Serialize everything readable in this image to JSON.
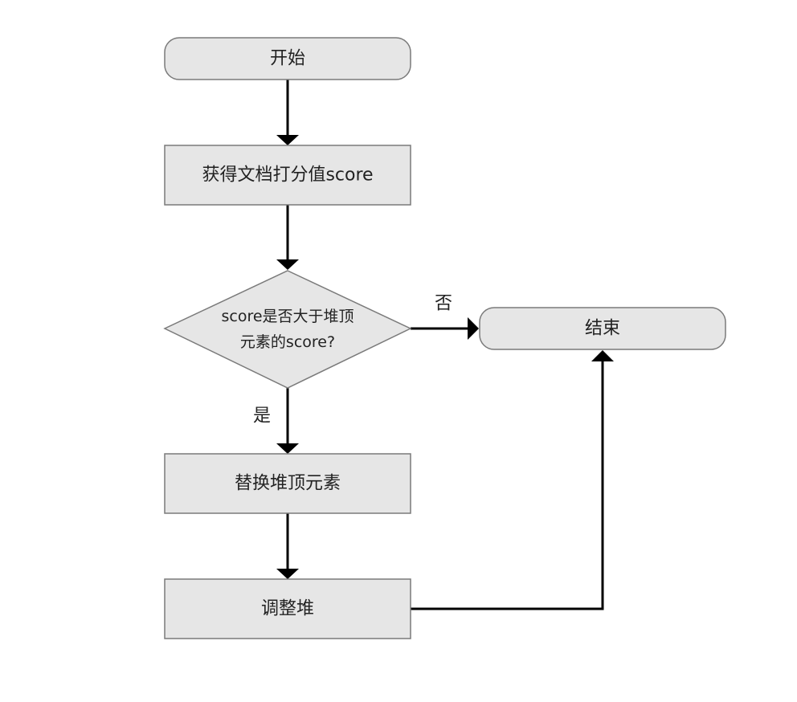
{
  "diagram": {
    "colors": {
      "node_fill": "#e6e6e6",
      "node_stroke": "#7a7a7a",
      "edge": "#000000",
      "text": "#222222"
    },
    "nodes": {
      "start": {
        "label": "开始",
        "shape": "rounded-terminal"
      },
      "get_score": {
        "label": "获得文档打分值score",
        "shape": "process"
      },
      "decision": {
        "label_line1": "score是否大于堆顶",
        "label_line2": "元素的score?",
        "shape": "decision"
      },
      "end": {
        "label": "结束",
        "shape": "rounded-terminal"
      },
      "replace": {
        "label": "替换堆顶元素",
        "shape": "process"
      },
      "adjust": {
        "label": "调整堆",
        "shape": "process"
      }
    },
    "edges": {
      "no_label": "否",
      "yes_label": "是"
    }
  }
}
